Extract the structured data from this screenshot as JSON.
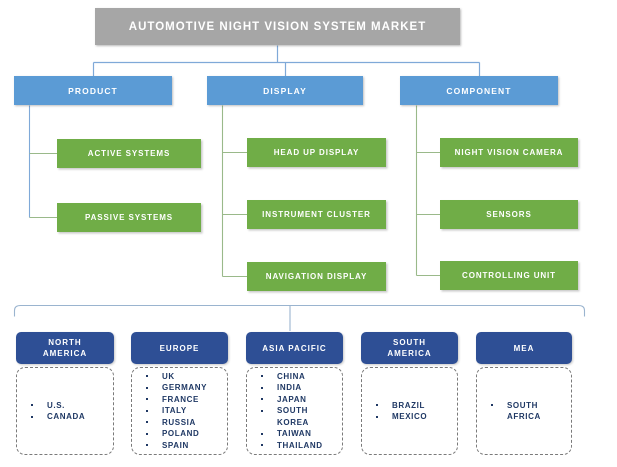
{
  "diagram": {
    "title": "AUTOMOTIVE  NIGHT VISION SYSTEM MARKET",
    "colors": {
      "title_bar": "#A6A6A6",
      "category": "#5B9BD5",
      "subcategory": "#70AD47",
      "region_header": "#2E4F95",
      "text_light": "#FFFFFF",
      "text_dark": "#1F3864",
      "connector_blue": "#7FA9D8",
      "connector_green": "#9AB98A"
    },
    "categories": [
      {
        "label": "PRODUCT",
        "items": [
          {
            "label": "ACTIVE SYSTEMS"
          },
          {
            "label": "PASSIVE  SYSTEMS"
          }
        ]
      },
      {
        "label": "DISPLAY",
        "items": [
          {
            "label": "HEAD UP DISPLAY"
          },
          {
            "label": "INSTRUMENT CLUSTER"
          },
          {
            "label": "NAVIGATION DISPLAY"
          }
        ]
      },
      {
        "label": "COMPONENT",
        "items": [
          {
            "label": "NIGHT VISION CAMERA"
          },
          {
            "label": "SENSORS"
          },
          {
            "label": "CONTROLLING UNIT"
          }
        ]
      }
    ],
    "regions": [
      {
        "name": "NORTH\nAMERICA",
        "countries": [
          "U.S.",
          "CANADA"
        ]
      },
      {
        "name": "EUROPE",
        "countries": [
          "UK",
          "GERMANY",
          "FRANCE",
          "ITALY",
          "RUSSIA",
          "POLAND",
          "SPAIN"
        ]
      },
      {
        "name": "ASIA PACIFIC",
        "countries": [
          "CHINA",
          "INDIA",
          "JAPAN",
          "SOUTH\nKOREA",
          "TAIWAN",
          "THAILAND"
        ]
      },
      {
        "name": "SOUTH\nAMERICA",
        "countries": [
          "BRAZIL",
          "MEXICO"
        ]
      },
      {
        "name": "MEA",
        "countries": [
          "SOUTH\nAFRICA"
        ]
      }
    ]
  }
}
